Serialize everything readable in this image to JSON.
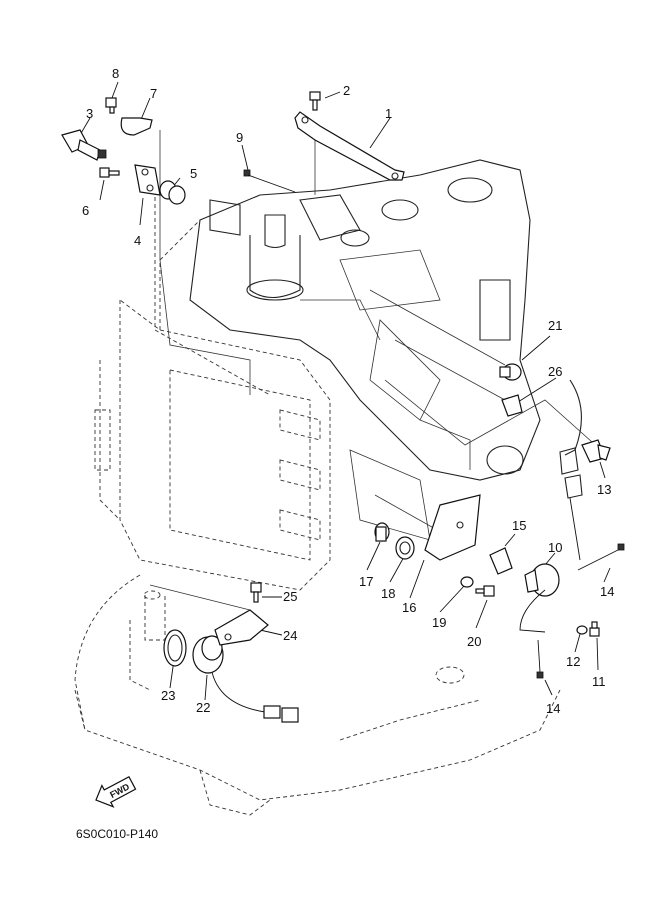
{
  "diagram": {
    "reference_code": "6S0C010-P140",
    "fwd_label": "FWD",
    "callouts": [
      "1",
      "2",
      "3",
      "4",
      "5",
      "6",
      "7",
      "8",
      "9",
      "10",
      "11",
      "12",
      "13",
      "14",
      "14",
      "15",
      "16",
      "17",
      "18",
      "19",
      "20",
      "21",
      "22",
      "23",
      "24",
      "25",
      "26"
    ]
  }
}
